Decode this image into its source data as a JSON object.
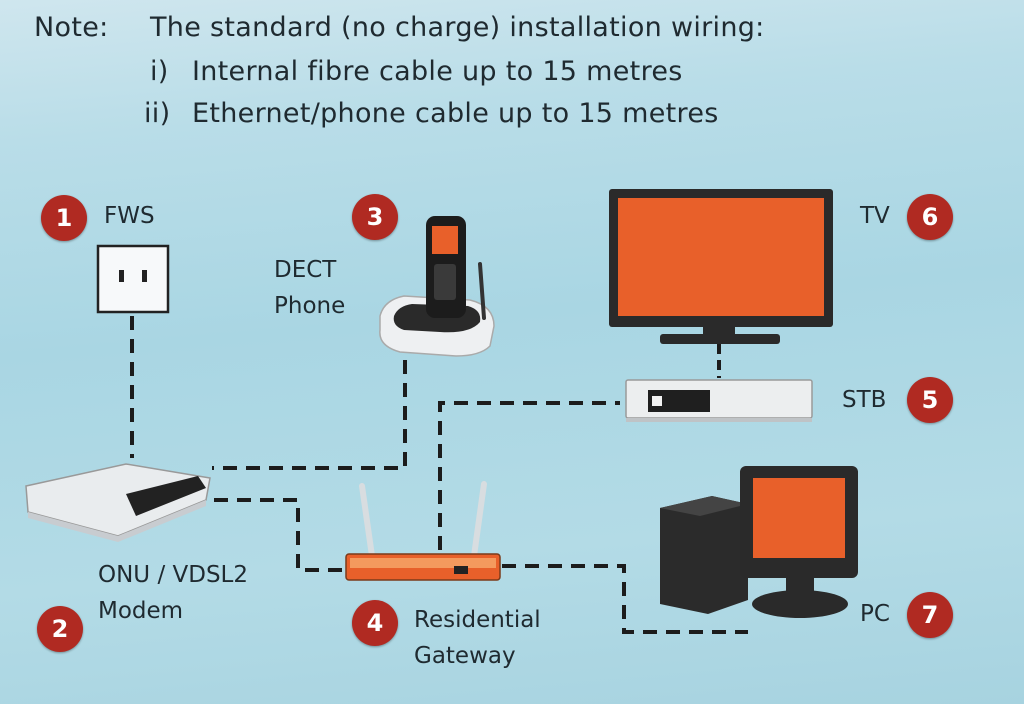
{
  "note": {
    "label": "Note:",
    "line1": "The standard (no charge) installation wiring:",
    "line2_num": "i)",
    "line2_text": "Internal fibre cable up to 15 metres",
    "line3_num": "ii)",
    "line3_text": "Ethernet/phone cable up to 15 metres"
  },
  "devices": {
    "fws": {
      "num": "1",
      "label": "FWS"
    },
    "modem": {
      "num": "2",
      "label1": "ONU / VDSL2",
      "label2": "Modem"
    },
    "dect": {
      "num": "3",
      "label1": "DECT",
      "label2": "Phone"
    },
    "gateway": {
      "num": "4",
      "label1": "Residential",
      "label2": "Gateway"
    },
    "stb": {
      "num": "5",
      "label": "STB"
    },
    "tv": {
      "num": "6",
      "label": "TV"
    },
    "pc": {
      "num": "7",
      "label": "PC"
    }
  },
  "colors": {
    "badge": "#b02a22",
    "screen": "#e8602a",
    "cable": "#1c1c1c"
  }
}
